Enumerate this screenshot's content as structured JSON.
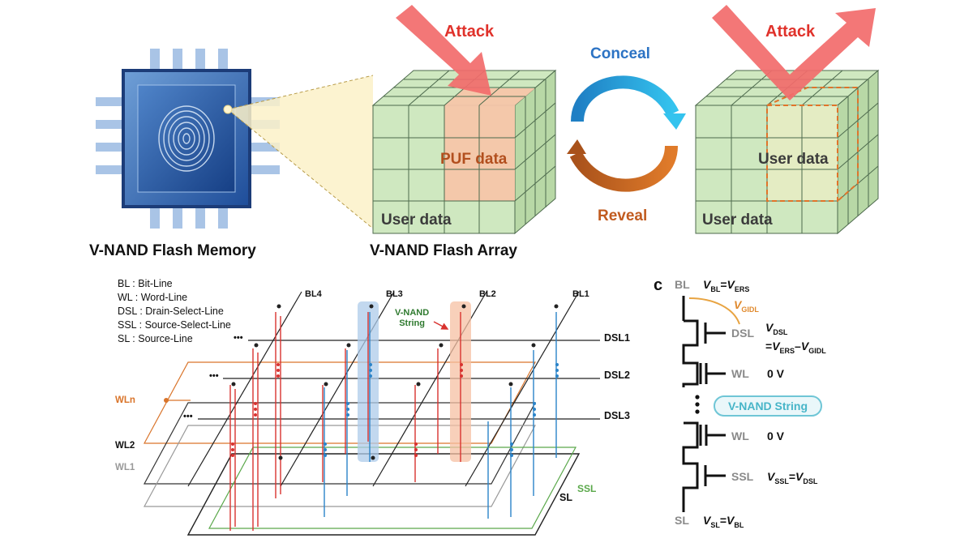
{
  "top": {
    "chip_label": "V-NAND Flash Memory",
    "array_label": "V-NAND Flash Array",
    "attack_left": "Attack",
    "attack_right": "Attack",
    "conceal": "Conceal",
    "reveal": "Reveal",
    "puf_data": "PUF data",
    "user_data_left": "User data",
    "user_data_right_top": "User data",
    "user_data_right_bottom": "User data"
  },
  "legend": [
    "BL : Bit-Line",
    "WL : Word-Line",
    "DSL : Drain-Select-Line",
    "SSL : Source-Select-Line",
    "SL : Source-Line"
  ],
  "array3d": {
    "bit_lines": [
      "BL4",
      "BL3",
      "BL2",
      "BL1"
    ],
    "drain_select": [
      "DSL1",
      "DSL2",
      "DSL3"
    ],
    "word_lines": [
      "WLn",
      "WL2",
      "WL1"
    ],
    "ssl": "SSL",
    "sl": "SL",
    "string_label": [
      "V-NAND",
      "String"
    ],
    "dots": "•••"
  },
  "circuit": {
    "panel_letter": "c",
    "bl": "BL",
    "dsl": "DSL",
    "wl_top": "WL",
    "wl_bottom": "WL",
    "ssl": "SSL",
    "sl": "SL",
    "wl_voltage_top": "0 V",
    "wl_voltage_bottom": "0 V",
    "string_pill": "V-NAND String"
  },
  "colors": {
    "attack": "#f26b6b",
    "conceal": "#2aa7e0",
    "reveal": "#c4641f",
    "cube_green": "#cfe8c0",
    "puf_orange": "#f6c6a9",
    "string_blue": "#2b84c9",
    "string_red": "#d8322f",
    "wl_orange": "#d9742a",
    "ssl_green": "#5aa84a"
  }
}
